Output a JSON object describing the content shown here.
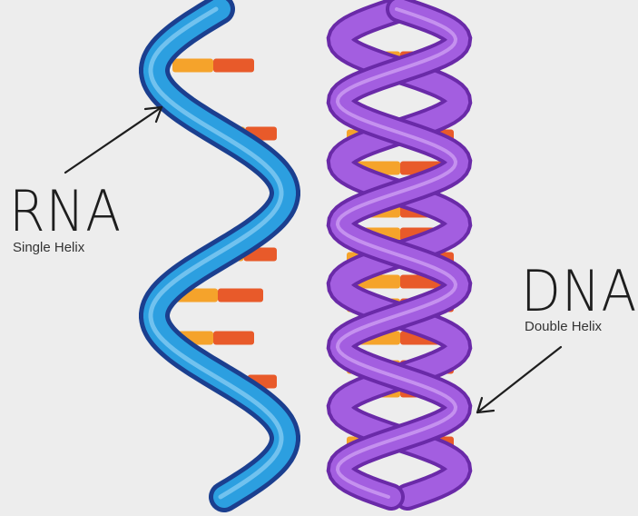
{
  "rna": {
    "title": "RNA",
    "subtitle": "Single Helix",
    "strand_color": "#2c9fe0",
    "strand_shadow": "#1b3f8f"
  },
  "dna": {
    "title": "DNA",
    "subtitle": "Double Helix",
    "strand_color": "#a35ee0",
    "strand_shadow": "#6a2aa8"
  },
  "colors": {
    "background": "#ededed",
    "base_orange": "#f5a32b",
    "base_red": "#e85a2a",
    "ink": "#1e1e1e"
  },
  "icons": [
    "arrow-to-rna-icon",
    "arrow-to-dna-icon"
  ]
}
